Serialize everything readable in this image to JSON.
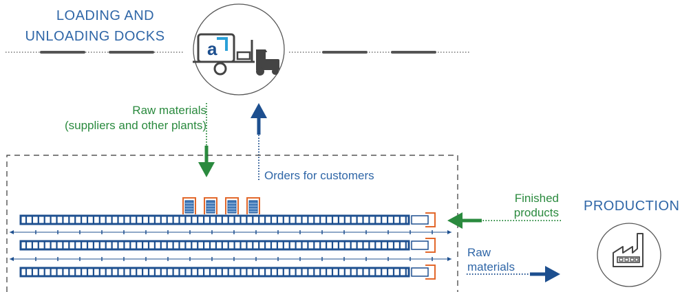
{
  "docks": {
    "title_line1": "LOADING AND",
    "title_line2": "UNLOADING DOCKS",
    "logo_text": "a"
  },
  "production": {
    "title": "PRODUCTION"
  },
  "flows": {
    "raw_materials_in_line1": "Raw materials",
    "raw_materials_in_line2": "(suppliers and other plants)",
    "orders_out": "Orders for customers",
    "finished_line1": "Finished",
    "finished_line2": "products",
    "raw_out_line1": "Raw",
    "raw_out_line2": "materials"
  },
  "colors": {
    "navy": "#1d4f8f",
    "blue": "#2f66a7",
    "green": "#2a8a3e",
    "orange": "#e2672a",
    "gray": "#555555"
  },
  "icons": {
    "docks": "forklift-truck-icon",
    "production": "factory-icon"
  }
}
